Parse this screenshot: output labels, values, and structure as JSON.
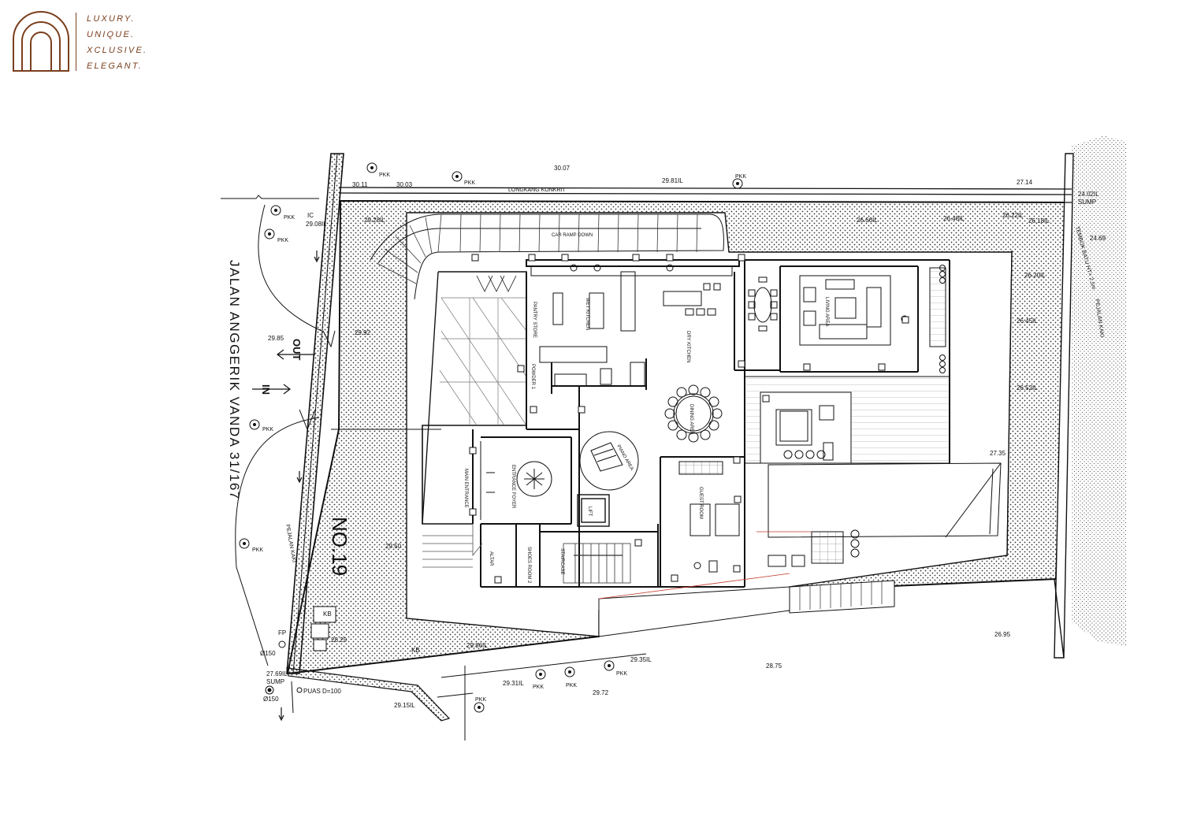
{
  "brand": {
    "color": "#7a3f1d",
    "taglines": [
      "LUXURY.",
      "UNIQUE.",
      "XCLUSIVE.",
      "ELEGANT."
    ]
  },
  "plan": {
    "street": "JALAN ANGGERIK VANDA 31/167",
    "plot_no": "NO.19",
    "drain": "LONGKANG KONKRIT",
    "wall_note": "TEMBOK BATU HT= 2.5m",
    "walkway": "PEJALAN KAKI",
    "sign_out": "OUT",
    "sign_in": "IN",
    "rooms": {
      "wet_kitchen": "WET KITCHEN",
      "dry_kitchen": "DRY KITCHEN",
      "pantry": "PANTRY STORE",
      "powder": "POWDER 1",
      "living": "LIVING AREA",
      "dining": "DINING AREA",
      "piano": "PIANO AREA",
      "entrance_foyer": "ENTRANCE FOYER",
      "main_entrance": "MAIN ENTRANCE",
      "lift": "LIFT",
      "staircase": "STAIRCASE",
      "shoes_room": "SHOES ROOM 2",
      "altar": "ALTAR",
      "guest_room": "GUEST ROOM",
      "car_ramp": "CAR RAMP DOWN"
    },
    "levels": [
      {
        "t": "30.11"
      },
      {
        "t": "30.03"
      },
      {
        "t": "30.07"
      },
      {
        "t": "29.81IL"
      },
      {
        "t": "27.14"
      },
      {
        "t": "24.02IL"
      },
      {
        "t": "SUMP"
      },
      {
        "t": "24.69"
      },
      {
        "t": "IC"
      },
      {
        "t": "29.08IL"
      },
      {
        "t": "29.28IL"
      },
      {
        "t": "26.66IL"
      },
      {
        "t": "26.48IL"
      },
      {
        "t": "26.22IL"
      },
      {
        "t": "26.18IL"
      },
      {
        "t": "26.20IL"
      },
      {
        "t": "26.45IL"
      },
      {
        "t": "26.52IL"
      },
      {
        "t": "27.35"
      },
      {
        "t": "29.92"
      },
      {
        "t": "29.85"
      },
      {
        "t": "29.50"
      },
      {
        "t": "26.95"
      },
      {
        "t": "28.75"
      },
      {
        "t": "29.35IL"
      },
      {
        "t": "29.31IL"
      },
      {
        "t": "29.72"
      },
      {
        "t": "29.15IL"
      },
      {
        "t": "27.69IL"
      },
      {
        "t": "SUMP"
      },
      {
        "t": "28.29"
      },
      {
        "t": "29.86IL"
      },
      {
        "t": "KB"
      },
      {
        "t": "FP"
      },
      {
        "t": "Ø150"
      },
      {
        "t": "Ø150"
      },
      {
        "t": "PUAS D=100"
      },
      {
        "t": "KB"
      }
    ],
    "trees": [
      {
        "t": "PKK"
      },
      {
        "t": "PKK"
      },
      {
        "t": "PKK"
      },
      {
        "t": "PKK"
      },
      {
        "t": "PKK"
      },
      {
        "t": "PKK"
      },
      {
        "t": "PKK"
      },
      {
        "t": "PKK"
      },
      {
        "t": "PKK"
      },
      {
        "t": "PKK"
      },
      {
        "t": "PKK"
      }
    ]
  }
}
